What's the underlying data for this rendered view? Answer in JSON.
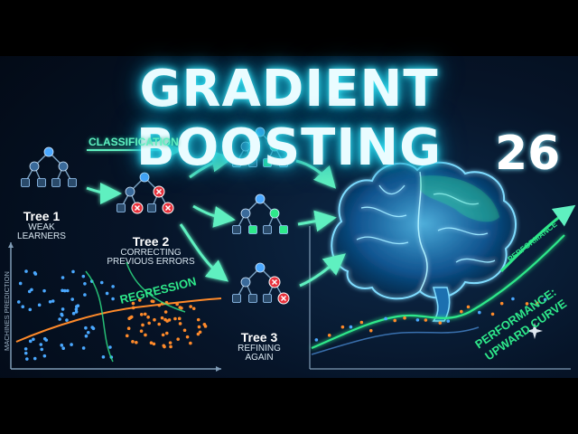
{
  "title": "GRADIENT BOOSTING",
  "number": "26",
  "classification_label": "CLASSIFICATION",
  "regression_label": "REGRESSION",
  "trees": [
    {
      "name": "Tree 1",
      "desc_line1": "WEAK",
      "desc_line2": "LEARNERS"
    },
    {
      "name": "Tree 2",
      "desc_line1": "CORRECTING",
      "desc_line2": "PREVIOUS ERRORS"
    },
    {
      "name": "Tree 3",
      "desc_line1": "REFINING",
      "desc_line2": "AGAIN"
    }
  ],
  "y_axis_label": "MACHINES PREDICTION",
  "performance_small": "PERFORMANCE",
  "performance_line1": "PERFORMANCE:",
  "performance_line2": "UPWARD CURVE",
  "colors": {
    "glow": "#3ff0ff",
    "node_blue": "#4aa8ff",
    "node_green": "#2ee88a",
    "error_red": "#e8323c",
    "orange": "#ff8a2a",
    "brain": "#39b8ff"
  }
}
